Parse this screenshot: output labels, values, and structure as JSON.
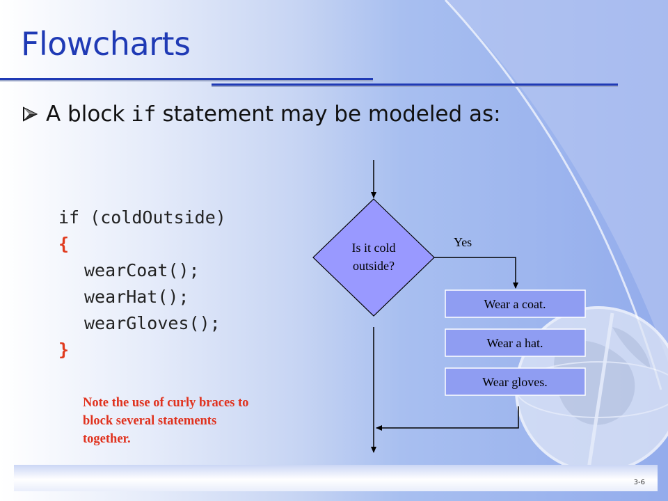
{
  "slide": {
    "title": "Flowcharts",
    "bullet": {
      "before": "A block",
      "keyword": "if",
      "after": "statement may be modeled as:"
    },
    "code": {
      "line1": "if (coldOutside)",
      "open_brace": "{",
      "line2": "wearCoat();",
      "line3": "wearHat();",
      "line4": "wearGloves();",
      "close_brace": "}"
    },
    "note": "Note the use of curly braces to block several statements together.",
    "page_number": "3-6"
  },
  "flowchart": {
    "decision": {
      "line1": "Is it cold",
      "line2": "outside?"
    },
    "yes_label": "Yes",
    "actions": [
      "Wear a coat.",
      "Wear a hat.",
      "Wear gloves."
    ]
  },
  "colors": {
    "title": "#1f3ab5",
    "accent_red": "#e03a1e",
    "decision_fill": "#9999ff",
    "action_fill": "#8f9df2",
    "rule_dark": "#1f3ab5",
    "rule_light": "#9aa6c8"
  },
  "icons": {
    "bullet": "arrow-bullet-icon",
    "decoration": "globe-icon"
  }
}
